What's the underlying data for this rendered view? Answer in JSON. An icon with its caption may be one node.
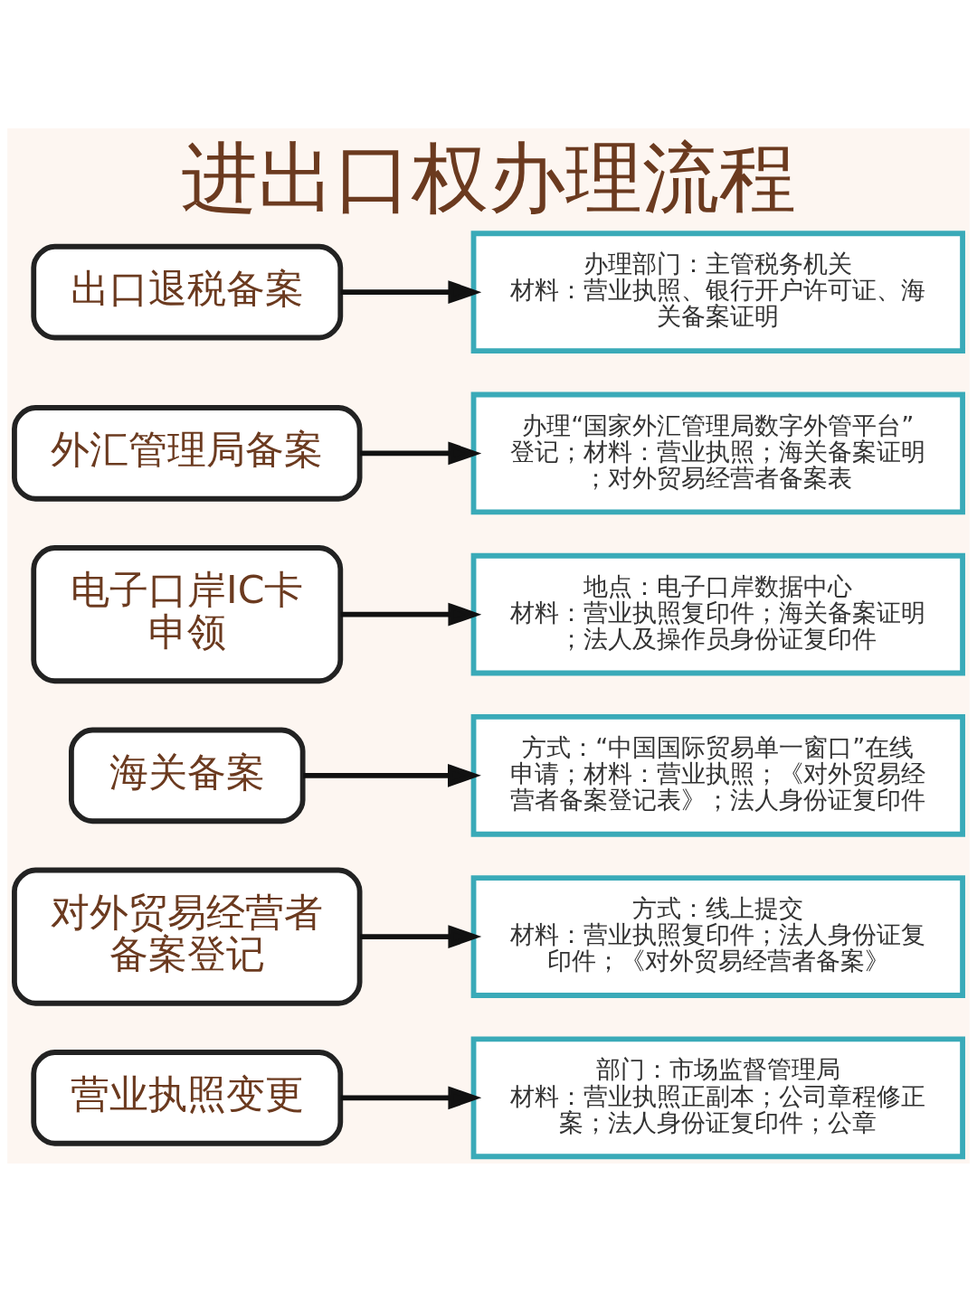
{
  "diagram": {
    "title": "进出口权办理流程",
    "nodes": [
      {
        "text": [
          "营业执照变更"
        ]
      },
      {
        "text": [
          "部门：市场监督管理局",
          "材料：营业执照正副本；公司章程修正案；法人身份证复印件；公章"
        ]
      },
      {
        "text": [
          "对外贸易经营者备案登记"
        ]
      },
      {
        "text": [
          "方式：线上提交",
          "材料：营业执照复印件；法人身份证复印件；《对外贸易经营者备案》"
        ]
      },
      {
        "text": [
          "海关备案"
        ]
      },
      {
        "text": [
          "方式：“中国国际贸易单一窗口”在线申请；材料：营业执照；《对外贸易经营者备案登记表》；法人身份证复印件"
        ]
      },
      {
        "text": [
          "电子口岸IC卡申领"
        ]
      },
      {
        "text": [
          "地点：电子口岸数据中心",
          "材料：营业执照复印件；海关备案证明；法人及操作员身份证复印件"
        ]
      },
      {
        "text": [
          "外汇管理局备案"
        ]
      },
      {
        "text": [
          "办理“国家外汇管理局数字外管平台”登记；材料：营业执照；海关备案证明；对外贸易经营者备案表"
        ]
      },
      {
        "text": [
          "出口退税备案"
        ]
      },
      {
        "text": [
          "办理部门：主管税务机关",
          "材料：营业执照、银行开户许可证、海关备案证明"
        ]
      }
    ],
    "edges": [
      {
        "from": 0,
        "to": 1,
        "arrow": "to"
      },
      {
        "from": 2,
        "to": 3,
        "arrow": "to"
      },
      {
        "from": 4,
        "to": 5,
        "arrow": "to"
      },
      {
        "from": 6,
        "to": 7,
        "arrow": "to"
      },
      {
        "from": 8,
        "to": 9,
        "arrow": "to"
      },
      {
        "from": 10,
        "to": 11,
        "arrow": "to"
      }
    ]
  }
}
